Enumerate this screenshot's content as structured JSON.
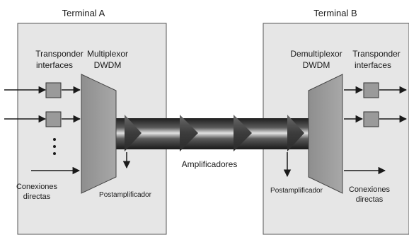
{
  "terminal_a": {
    "title": "Terminal A",
    "transponder_label_1": "Transponder",
    "transponder_label_2": "interfaces",
    "mux_label_1": "Multiplexor",
    "mux_label_2": "DWDM",
    "direct_label_1": "Conexiones",
    "direct_label_2": "directas",
    "ellipsis": "⋮",
    "postamp_label": "Postamplificador"
  },
  "terminal_b": {
    "title": "Terminal B",
    "demux_label_1": "Demultiplexor",
    "demux_label_2": "DWDM",
    "transponder_label_1": "Transponder",
    "transponder_label_2": "interfaces",
    "postamp_label": "Postamplificador",
    "direct_label_1": "Conexiones",
    "direct_label_2": "directas"
  },
  "link": {
    "amplifiers_label": "Amplificadores"
  },
  "colors": {
    "terminal_fill": "#e6e6e6",
    "component_fill": "#9a9a9a",
    "fiber_dark": "#2b2b2b",
    "fiber_light": "#d8d8d8",
    "amplifier_fill": "#4a4a4a"
  }
}
